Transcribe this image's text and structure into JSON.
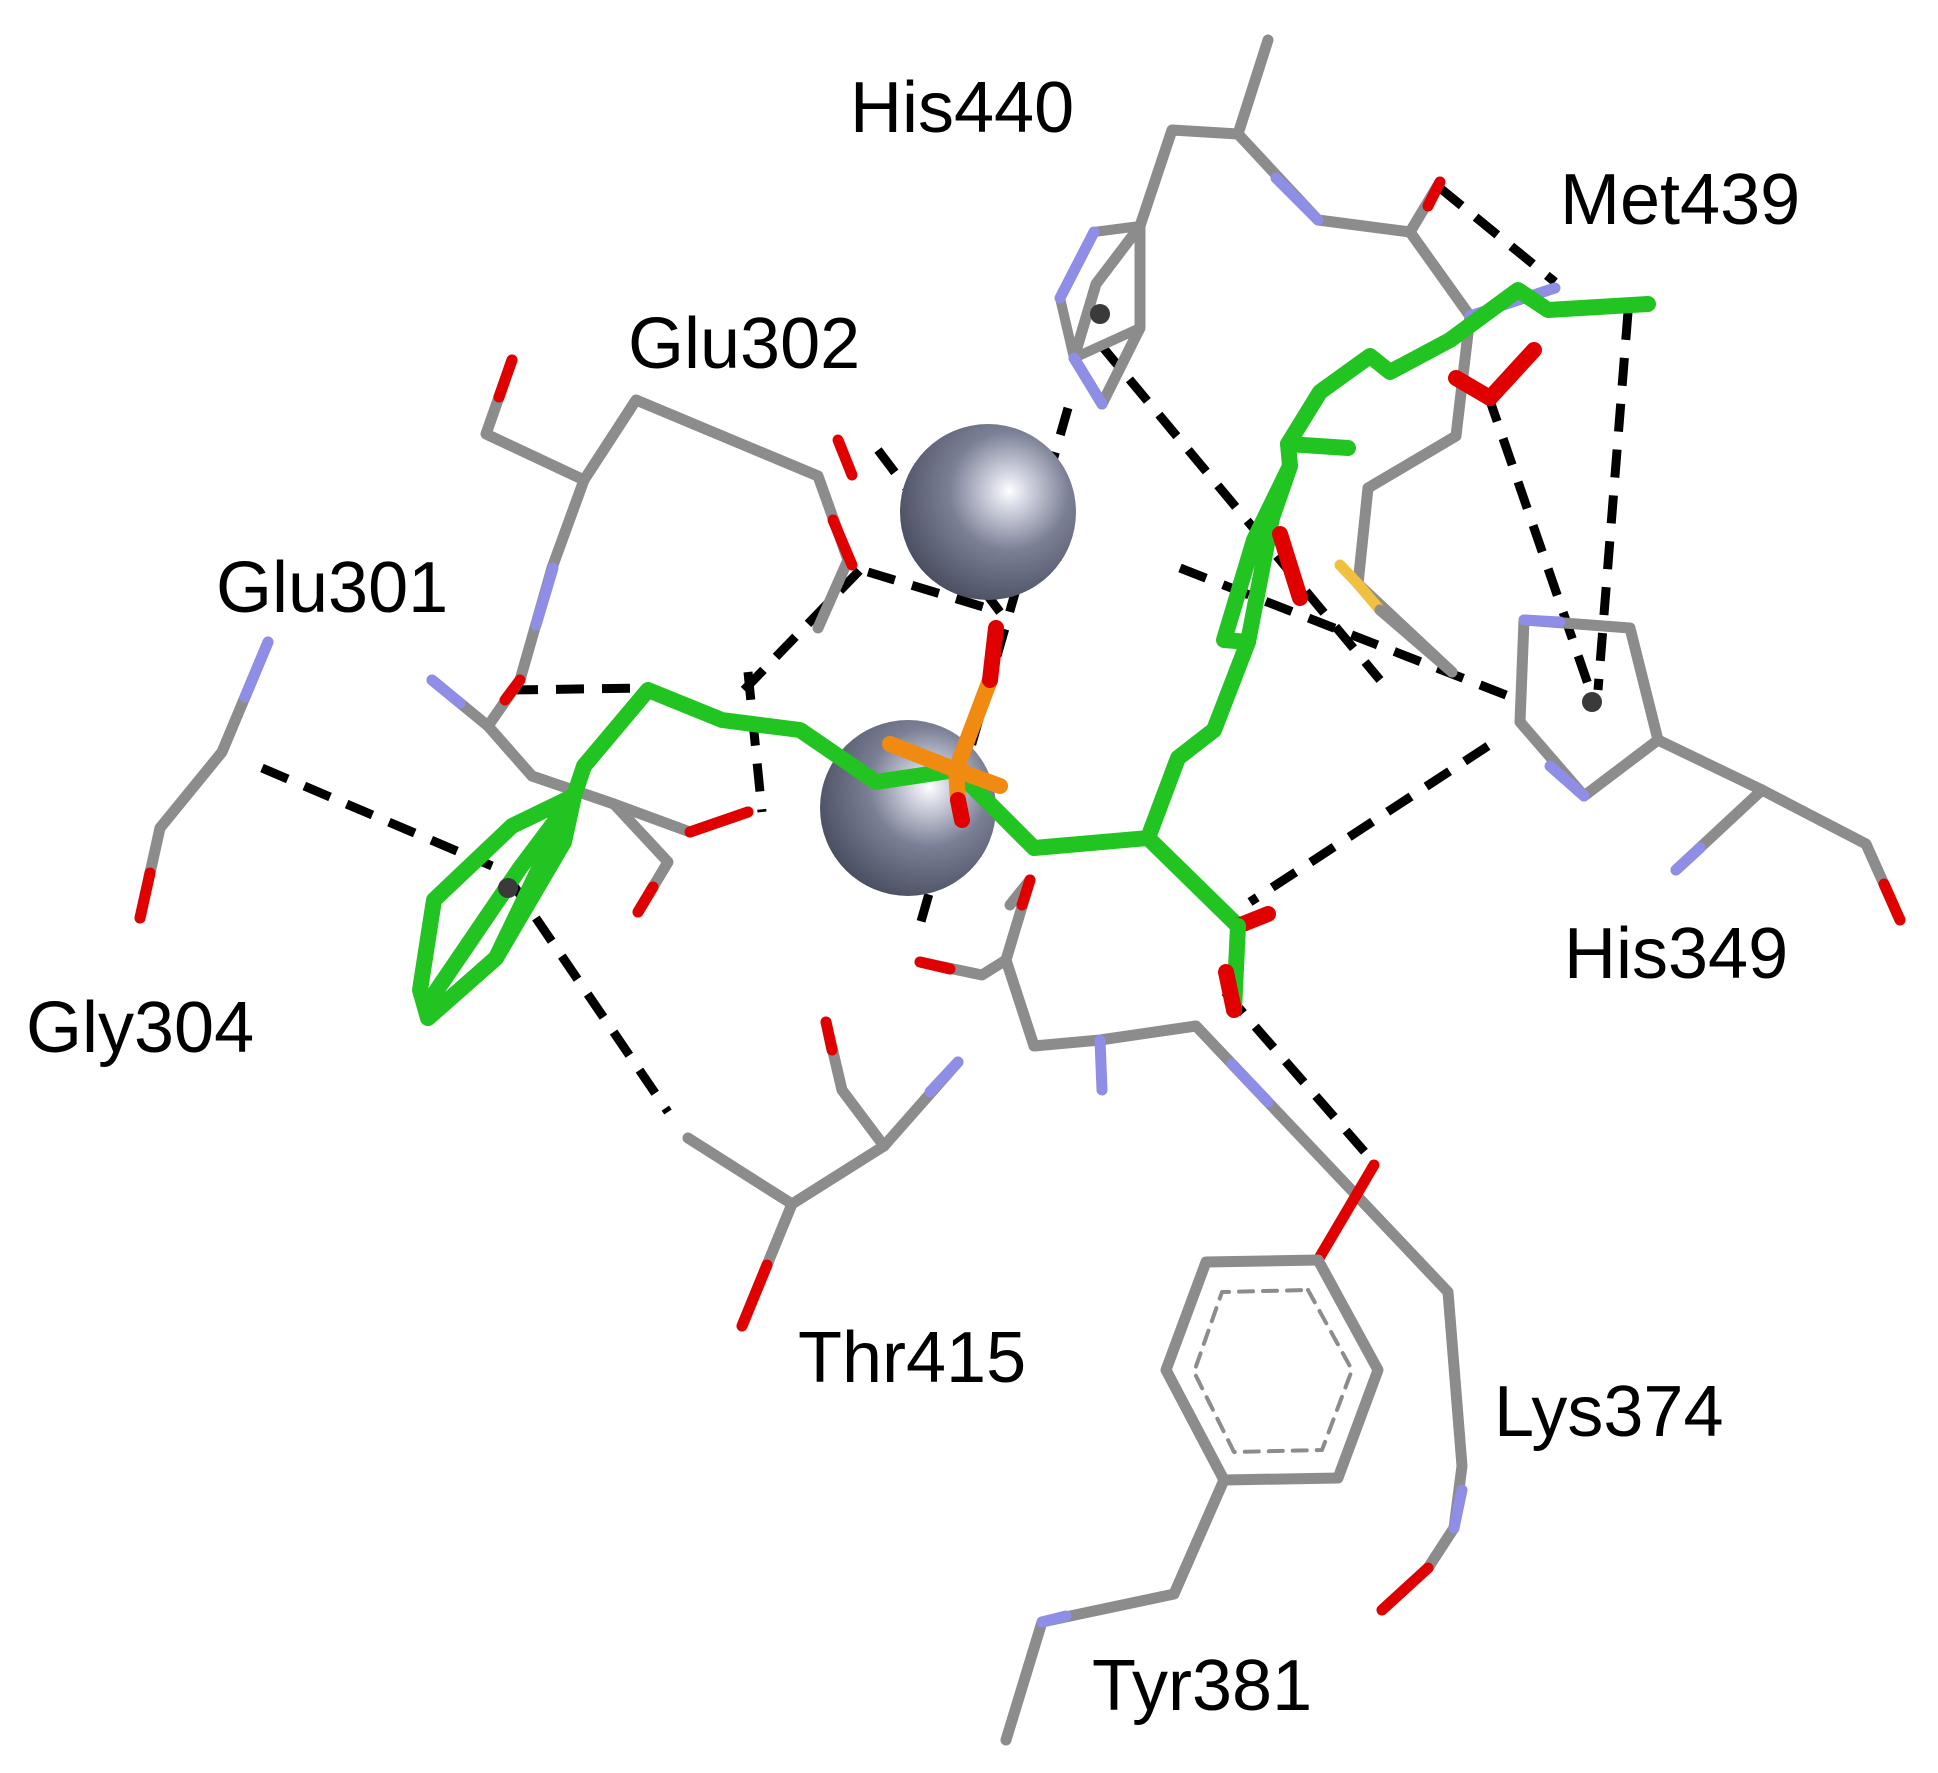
{
  "residues": {
    "his440": "His440",
    "met439": "Met439",
    "glu302": "Glu302",
    "glu301": "Glu301",
    "gly304": "Gly304",
    "his349": "His349",
    "thr415": "Thr415",
    "lys374": "Lys374",
    "tyr381": "Tyr381"
  },
  "colors": {
    "carbon_protein": "#8c8c8c",
    "carbon_ligand": "#22c422",
    "oxygen": "#e00000",
    "nitrogen": "#8e8ee6",
    "phosphorus": "#f08a10",
    "sulfur": "#f0c040",
    "metal_ion": "#7a7f95",
    "interaction": "#000000"
  },
  "metal_ions": [
    "zinc-ion",
    "zinc-ion"
  ]
}
